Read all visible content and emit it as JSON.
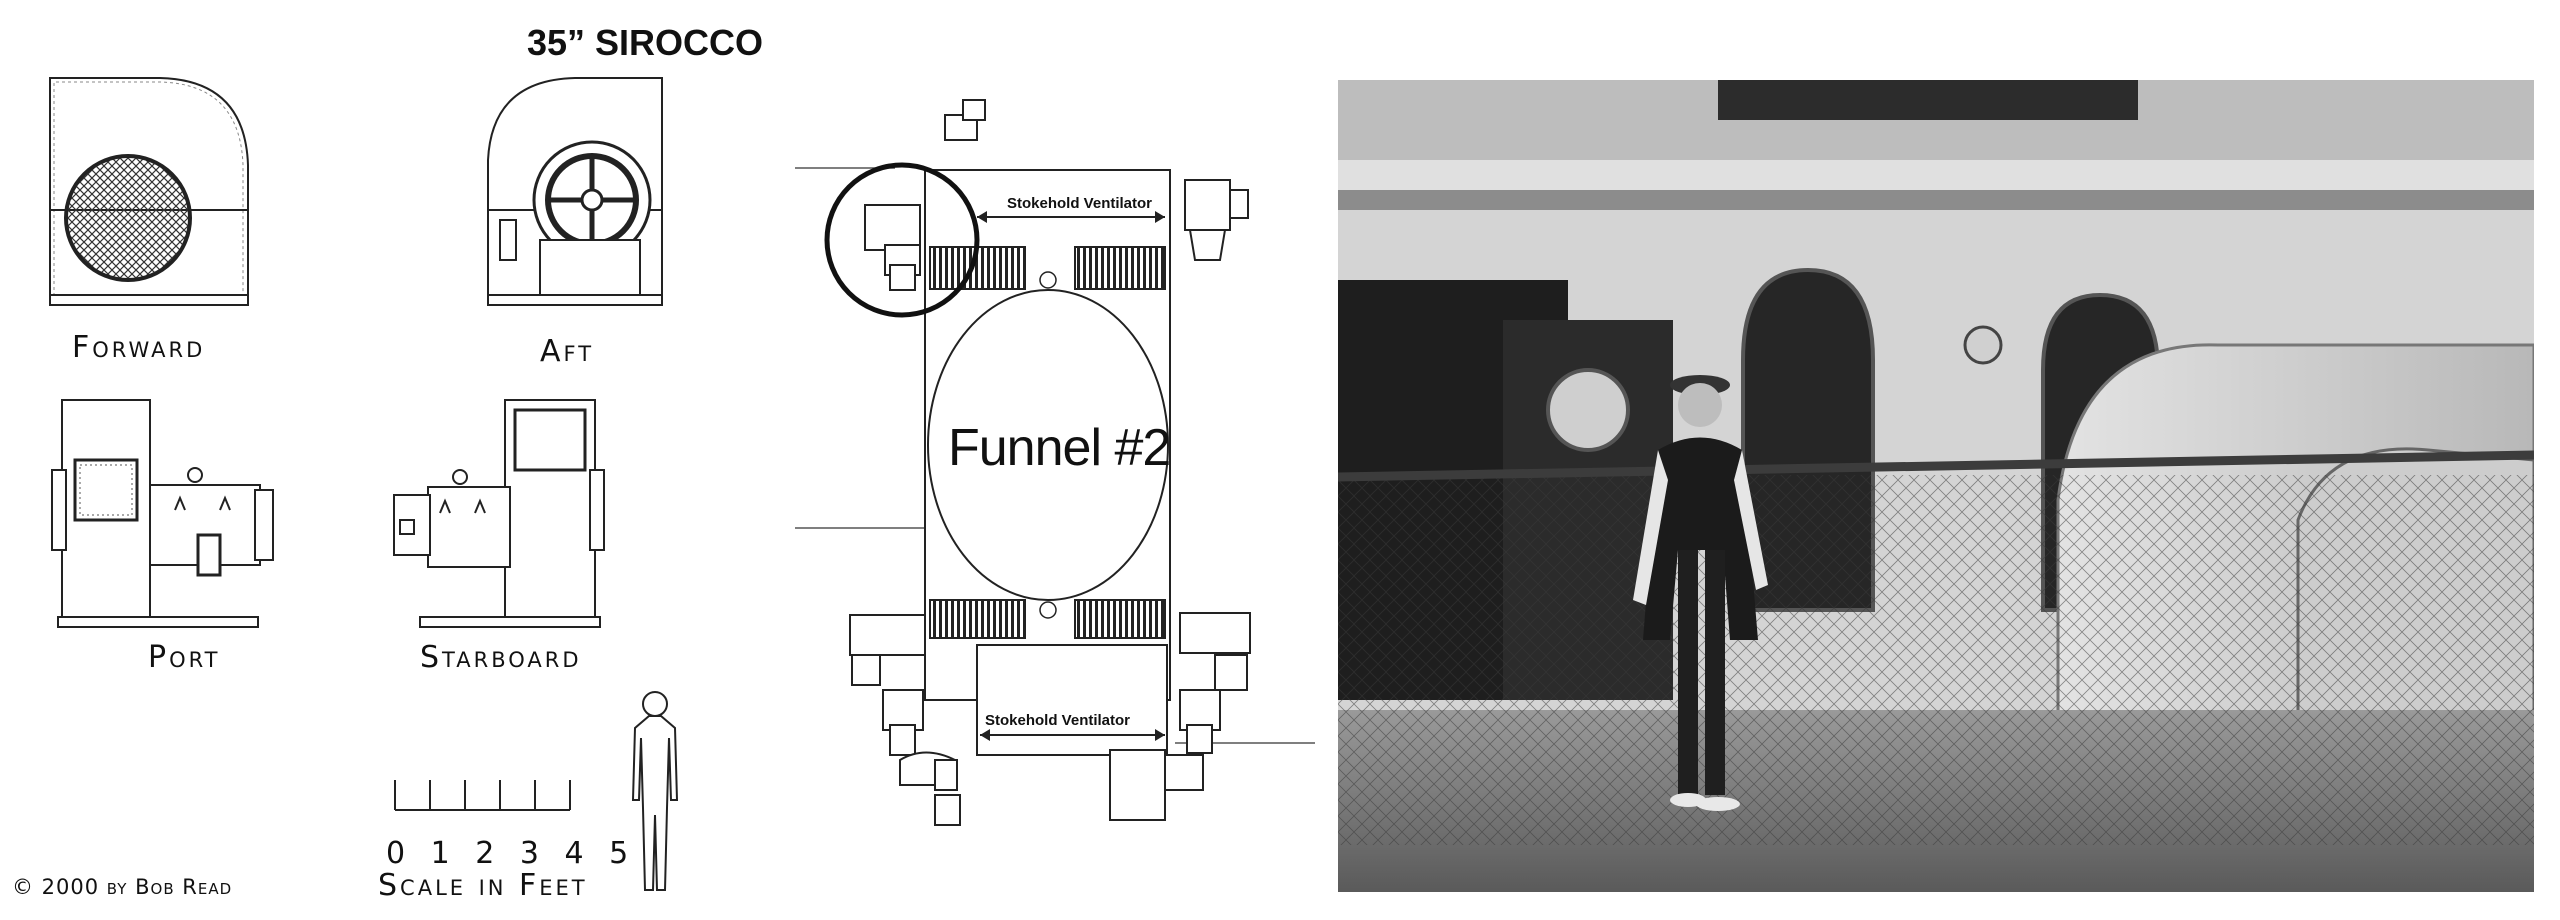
{
  "page": {
    "title": "35” SIROCCO",
    "copyright": "© 2000 by Bob Read"
  },
  "views": {
    "forward": "Forward",
    "aft": "Aft",
    "port": "Port",
    "starboard": "Starboard"
  },
  "scale": {
    "numbers": "0 1 2 3 4 5",
    "label": "Scale in Feet"
  },
  "plan": {
    "funnel_label": "Funnel #2",
    "ventilator_top": "Stokehold Ventilator",
    "ventilator_bottom": "Stokehold Ventilator"
  },
  "colors": {
    "ink": "#222222",
    "hatch": "#333333",
    "photo_dark": "#1e1e1e",
    "photo_light": "#d9d9d9"
  },
  "icons": [
    "human-figure-icon",
    "fan-grille-icon",
    "fan-hub-icon"
  ]
}
